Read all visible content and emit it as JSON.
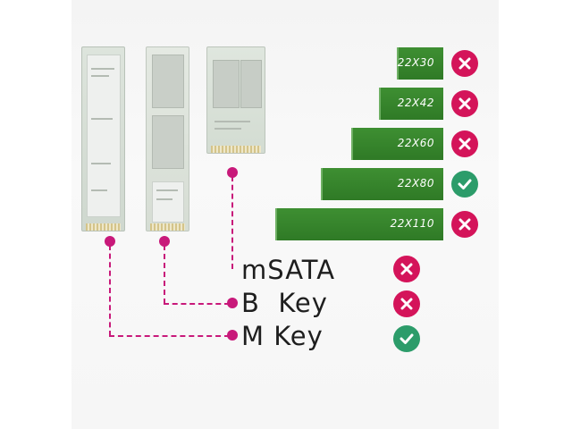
{
  "colors": {
    "accent": "#c8197a",
    "bar_green": "#3a8a2f",
    "reject": "#d4145a",
    "accept": "#2c9c6a"
  },
  "keys": [
    {
      "label": "mSATA",
      "status": "x-icon"
    },
    {
      "label": "B  Key",
      "status": "x-icon"
    },
    {
      "label": "M Key",
      "status": "check-icon"
    }
  ],
  "sizes": [
    {
      "label": "22X30",
      "status": "x-icon"
    },
    {
      "label": "22X42",
      "status": "x-icon"
    },
    {
      "label": "22X60",
      "status": "x-icon"
    },
    {
      "label": "22X80",
      "status": "check-icon"
    },
    {
      "label": "22X110",
      "status": "x-icon"
    }
  ]
}
